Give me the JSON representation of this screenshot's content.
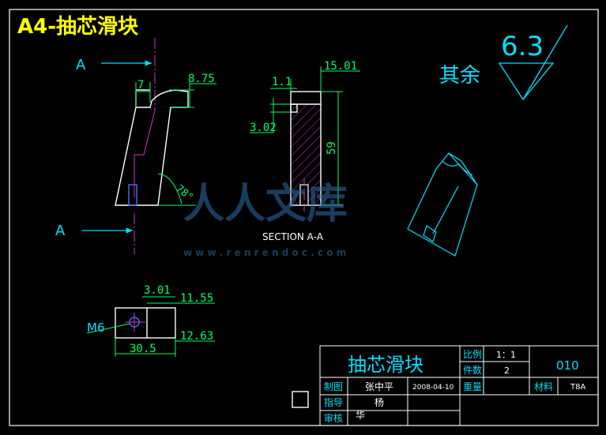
{
  "sheet": {
    "title": "A4-抽芯滑块"
  },
  "views": {
    "arrow_label": "A",
    "section_label": "SECTION A-A",
    "side_label": "A"
  },
  "dimensions": {
    "d7": "7",
    "d8_75": "8.75",
    "d78": "78°",
    "d1_1": "1.1",
    "d15_01": "15.01",
    "d3_02": "3.02",
    "d59": "59",
    "d3_01": "3.01",
    "d11_55": "11.55",
    "m6": "M6",
    "d30_5": "30.5",
    "d12_63": "12.63"
  },
  "roughness": {
    "prefix": "其余",
    "value": "6.3"
  },
  "watermark": {
    "main": "人人文库",
    "url": "w w w . r e n r e n d o c . c o m"
  },
  "title_block": {
    "part_name": "抽芯滑块",
    "scale_label": "比例",
    "scale_value": "1：1",
    "qty_label": "件数",
    "qty_value": "2",
    "drawing_no": "010",
    "drawn_label": "制图",
    "drawn_name": "张中平",
    "drawn_date": "2008-04-10",
    "weight_label": "重量",
    "material_label": "材料",
    "material_value": "T8A",
    "guide_label": "指导",
    "guide_name": "杨",
    "check_label": "审核",
    "check_name": "华"
  }
}
